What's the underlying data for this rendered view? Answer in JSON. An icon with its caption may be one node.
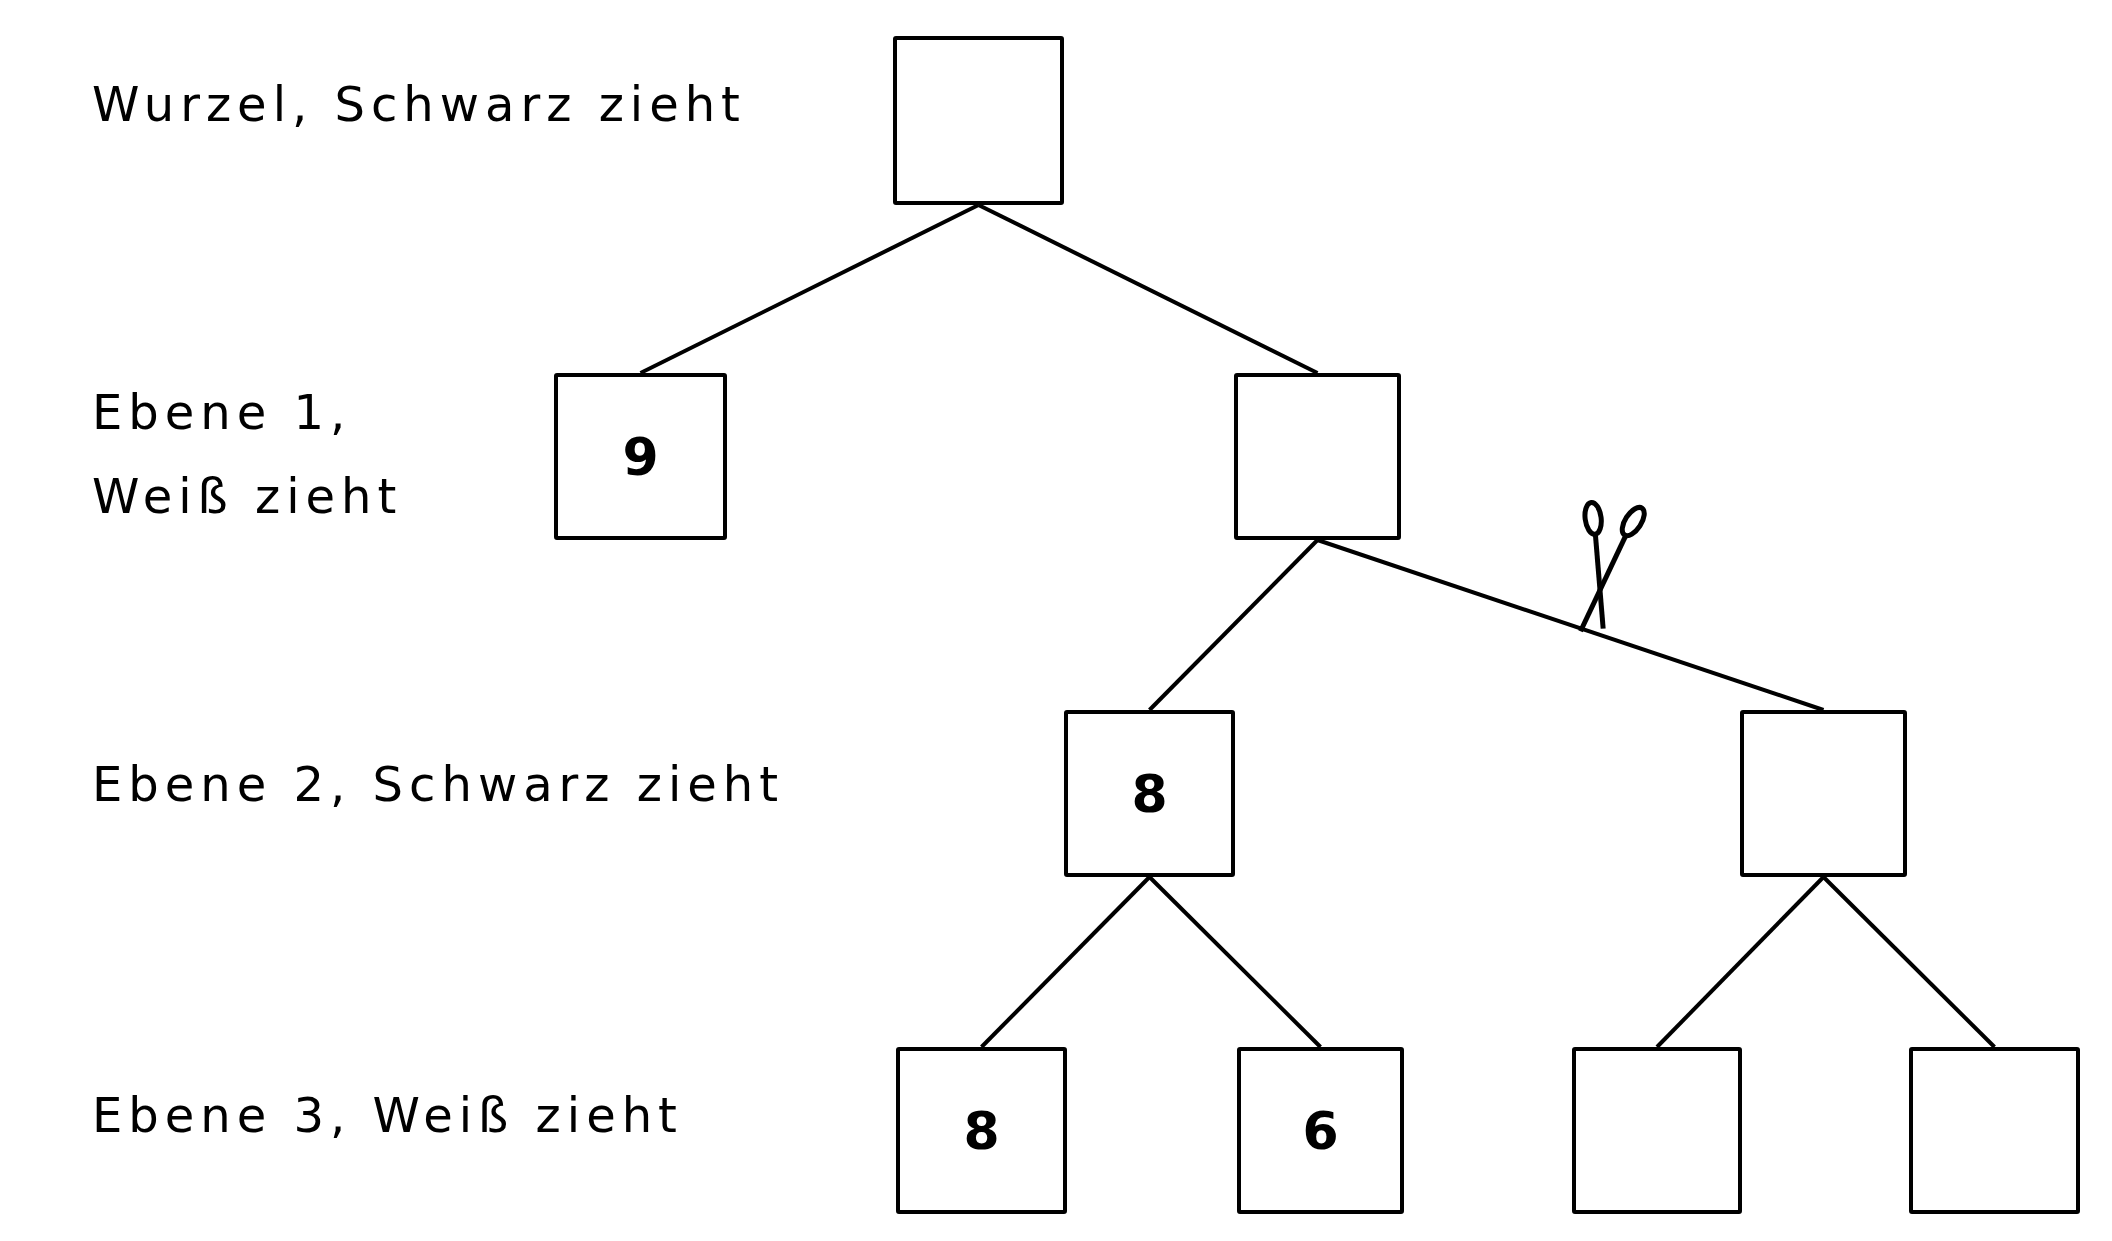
{
  "diagram": {
    "nodes": [
      {
        "text": [],
        "shape": "box"
      },
      {
        "text": [
          "9"
        ]
      },
      {
        "text": [],
        "shape": "box"
      },
      {
        "text": [
          "8"
        ]
      },
      {
        "text": [],
        "shape": "box"
      },
      {
        "text": [
          "8"
        ]
      },
      {
        "text": [
          "6"
        ]
      },
      {
        "text": [],
        "shape": "box"
      },
      {
        "text": [],
        "shape": "box"
      }
    ],
    "edges": [
      {
        "from": 0,
        "to": 1,
        "arrow": "none"
      },
      {
        "from": 0,
        "to": 2,
        "arrow": "none"
      },
      {
        "from": 2,
        "to": 3,
        "arrow": "none"
      },
      {
        "from": 2,
        "to": 4,
        "arrow": "none"
      },
      {
        "from": 3,
        "to": 5,
        "arrow": "none"
      },
      {
        "from": 3,
        "to": 6,
        "arrow": "none"
      },
      {
        "from": 4,
        "to": 7,
        "arrow": "none"
      },
      {
        "from": 4,
        "to": 8,
        "arrow": "none"
      }
    ],
    "labels": [
      "Wurzel, Schwarz zieht",
      "Ebene 1, Weiß zieht",
      "Ebene 2, Schwarz zieht",
      "Ebene 3, Weiß zieht"
    ]
  }
}
